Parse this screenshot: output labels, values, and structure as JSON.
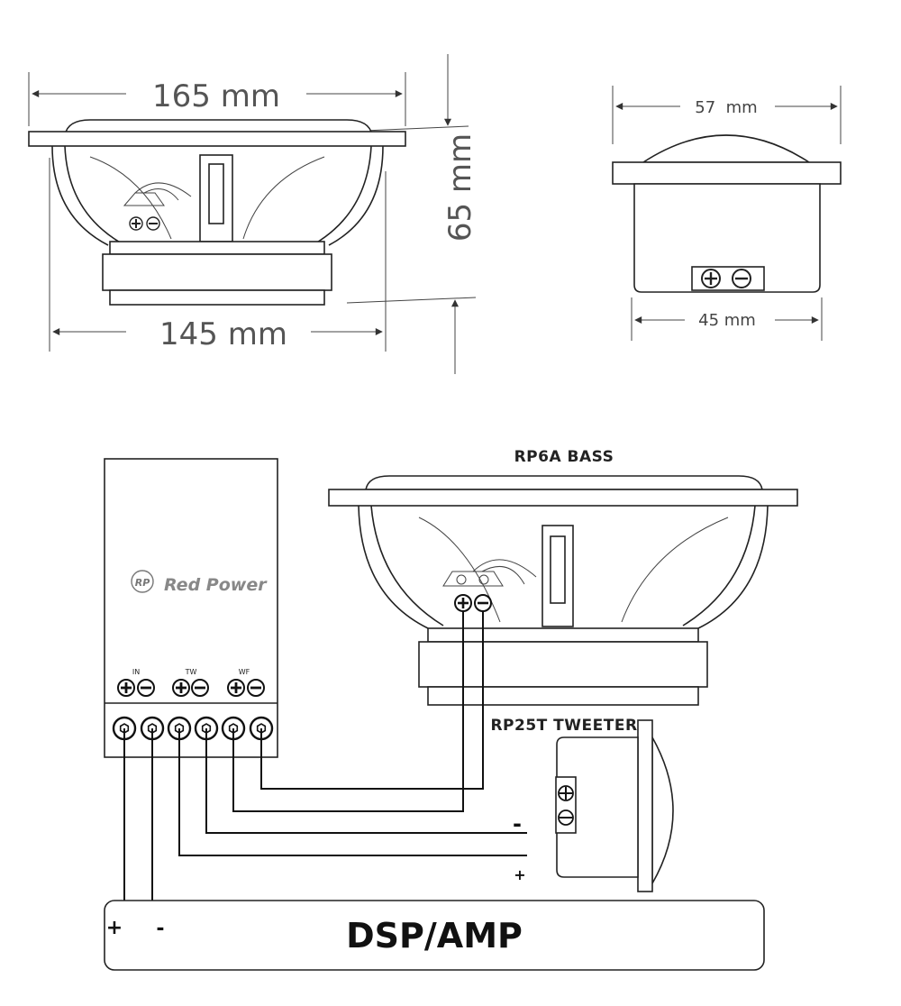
{
  "dimensions": {
    "woofer_outer": "165  mm",
    "woofer_inner": "145  mm",
    "woofer_depth": "65  mm",
    "tweeter_outer": "57  mm",
    "tweeter_inner": "45 mm"
  },
  "labels": {
    "bass": "RP6A BASS",
    "tweeter": "RP25T TWEETER",
    "dsp_amp": "DSP/AMP",
    "brand": "Red Power",
    "brand_logo": "RP"
  },
  "crossover_terminals": {
    "in": "IN",
    "tw": "TW",
    "wf": "WF"
  },
  "polarity": {
    "plus": "+",
    "minus": "-"
  }
}
